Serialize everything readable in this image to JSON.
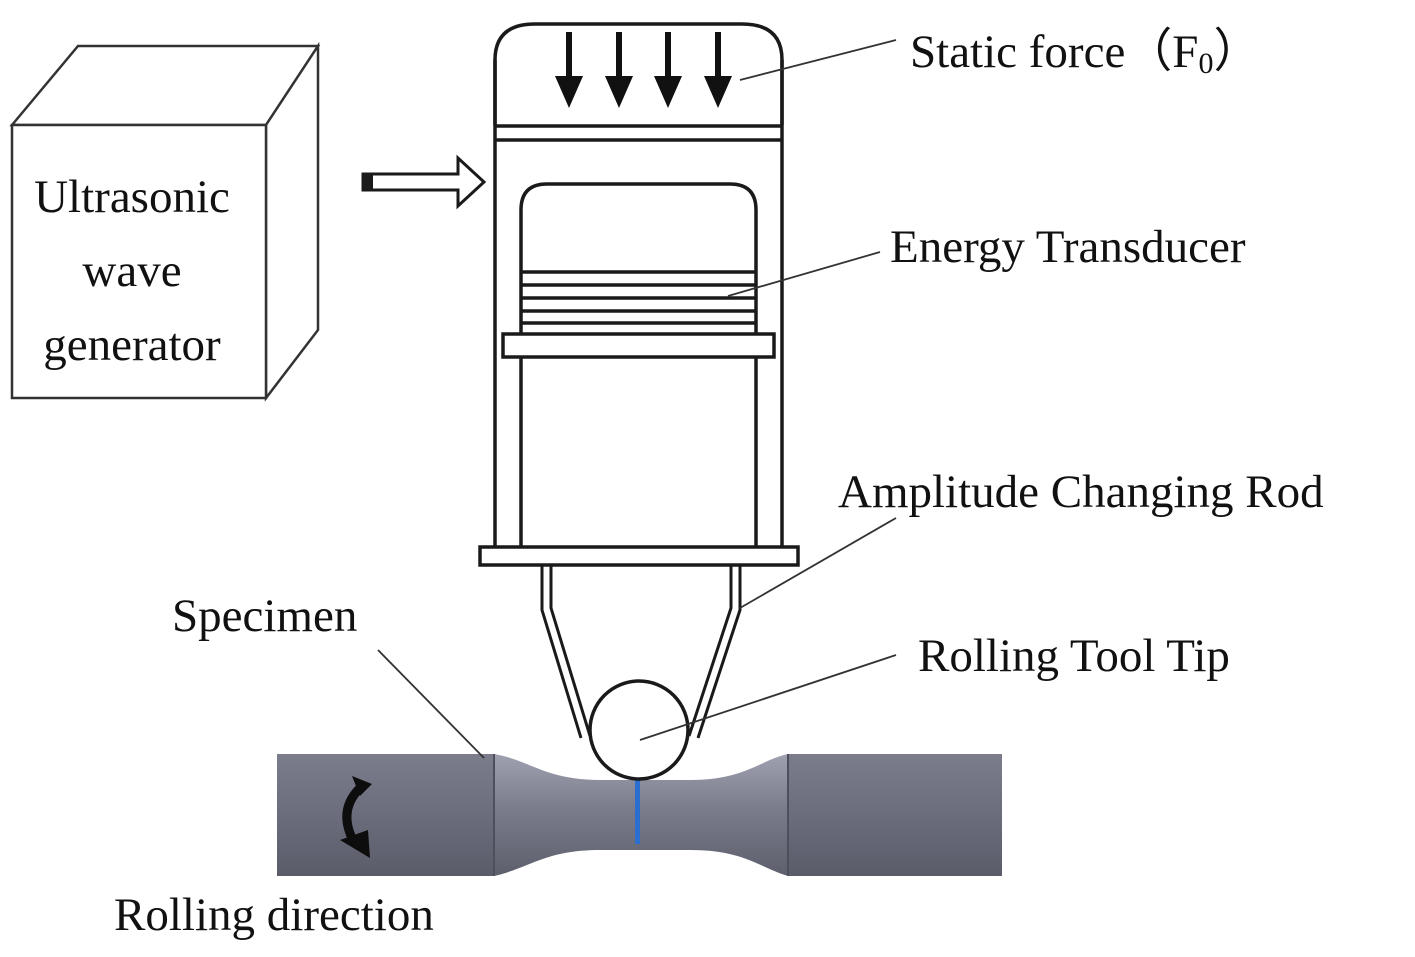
{
  "generator": {
    "line1": "Ultrasonic",
    "line2": "wave",
    "line3": "generator"
  },
  "labels": {
    "static_force": "Static force（F",
    "static_force_sub": "0",
    "static_force_close": "）",
    "energy_transducer": "Energy Transducer",
    "amplitude_rod": "Amplitude Changing Rod",
    "specimen": "Specimen",
    "tool_tip": "Rolling Tool Tip",
    "rolling_direction": "Rolling direction"
  },
  "colors": {
    "line": "#1a1a1a",
    "specimen": "#5f6170",
    "specimen_highlight": "#8b8d9c",
    "contact_line": "#2a6fd0"
  }
}
